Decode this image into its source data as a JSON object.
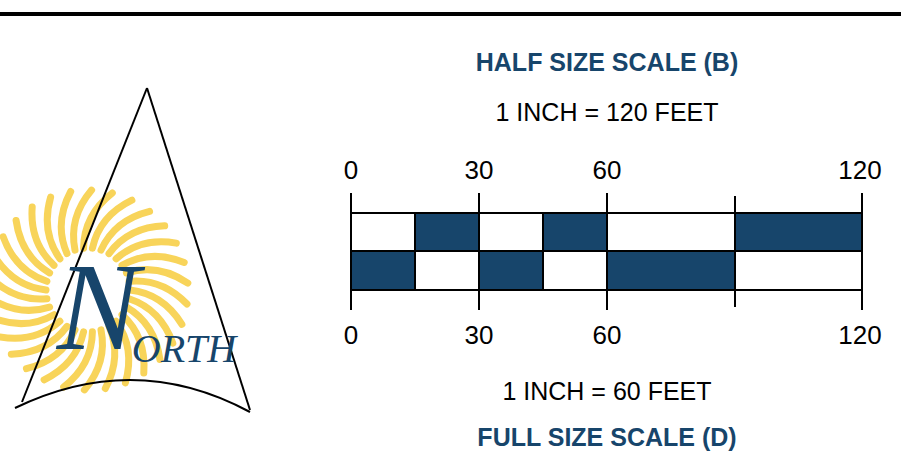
{
  "diagram": {
    "labels": [
      "N",
      "ORTH",
      "HALF SIZE SCALE (B)",
      "1 INCH = 120 FEET",
      "0",
      "30",
      "60",
      "120",
      "0",
      "30",
      "60",
      "120",
      "1 INCH = 60 FEET",
      "FULL SIZE SCALE (D)"
    ]
  }
}
